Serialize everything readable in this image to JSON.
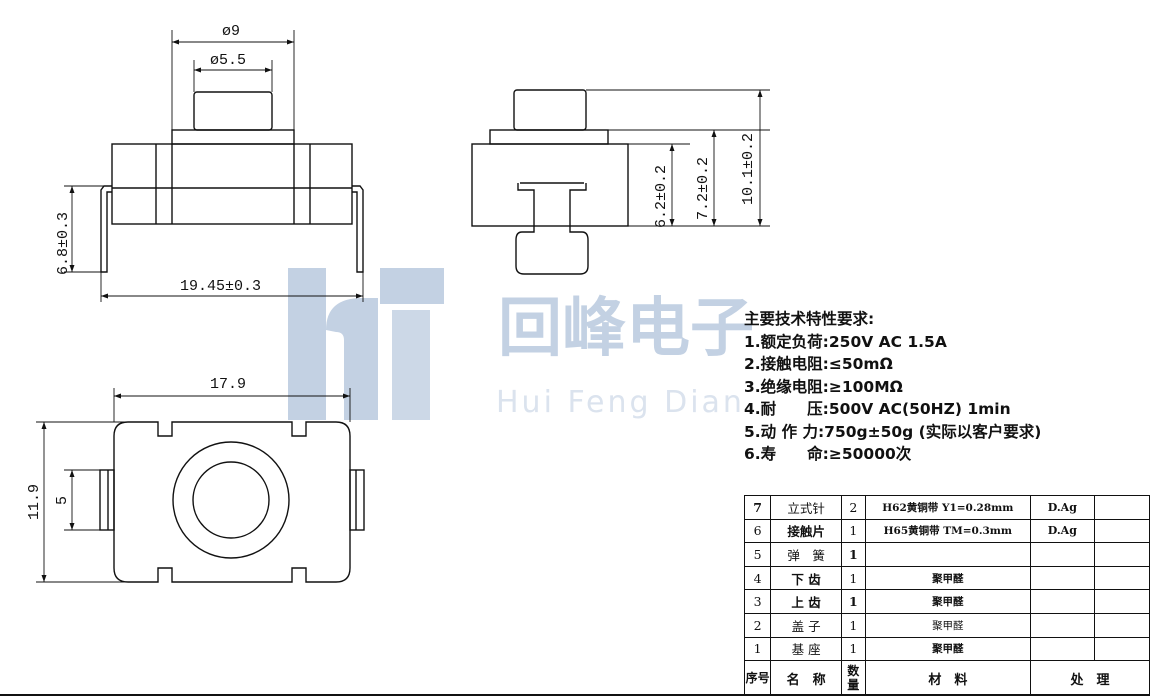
{
  "watermark": {
    "logo_text": "回峰电子",
    "sub_text": "Hui Feng Dian"
  },
  "front_view": {
    "dim_outer_dia": "ø9",
    "dim_inner_dia": "ø5.5",
    "dim_height": "6.8±0.3",
    "dim_width": "19.45±0.3"
  },
  "side_view": {
    "dim_h1": "6.2±0.2",
    "dim_h2": "7.2±0.2",
    "dim_h3": "10.1±0.2"
  },
  "top_view": {
    "dim_width": "17.9",
    "dim_height": "11.9",
    "dim_pin_span": "5"
  },
  "specs": {
    "title": "主要技术特性要求:",
    "items": [
      "1.额定负荷:250V AC 1.5A",
      "2.接触电阻:≤50mΩ",
      "3.绝缘电阻:≥100MΩ",
      "4.耐　　压:500V AC(50HZ) 1min",
      "5.动 作 力:750g±50g (实际以客户要求)",
      "6.寿　　命:≥50000次"
    ]
  },
  "bom": {
    "header": {
      "no": "序号",
      "name": "名　称",
      "qty": "数量",
      "material": "材　料",
      "treatment": "处　理"
    },
    "rows": [
      {
        "no": "7",
        "name": "立式针",
        "qty": "2",
        "material": "H62黄铜带 Y1=0.28mm",
        "treatment": "D.Ag"
      },
      {
        "no": "6",
        "name": "接触片",
        "qty": "1",
        "material": "H65黄铜带 TM=0.3mm",
        "treatment": "D.Ag"
      },
      {
        "no": "5",
        "name": "弹　簧",
        "qty": "1",
        "material": "",
        "treatment": ""
      },
      {
        "no": "4",
        "name": "下 齿",
        "qty": "1",
        "material": "聚甲醛",
        "treatment": ""
      },
      {
        "no": "3",
        "name": "上 齿",
        "qty": "1",
        "material": "聚甲醛",
        "treatment": ""
      },
      {
        "no": "2",
        "name": "盖 子",
        "qty": "1",
        "material": "聚甲醛",
        "treatment": ""
      },
      {
        "no": "1",
        "name": "基 座",
        "qty": "1",
        "material": "聚甲醛",
        "treatment": ""
      }
    ]
  }
}
